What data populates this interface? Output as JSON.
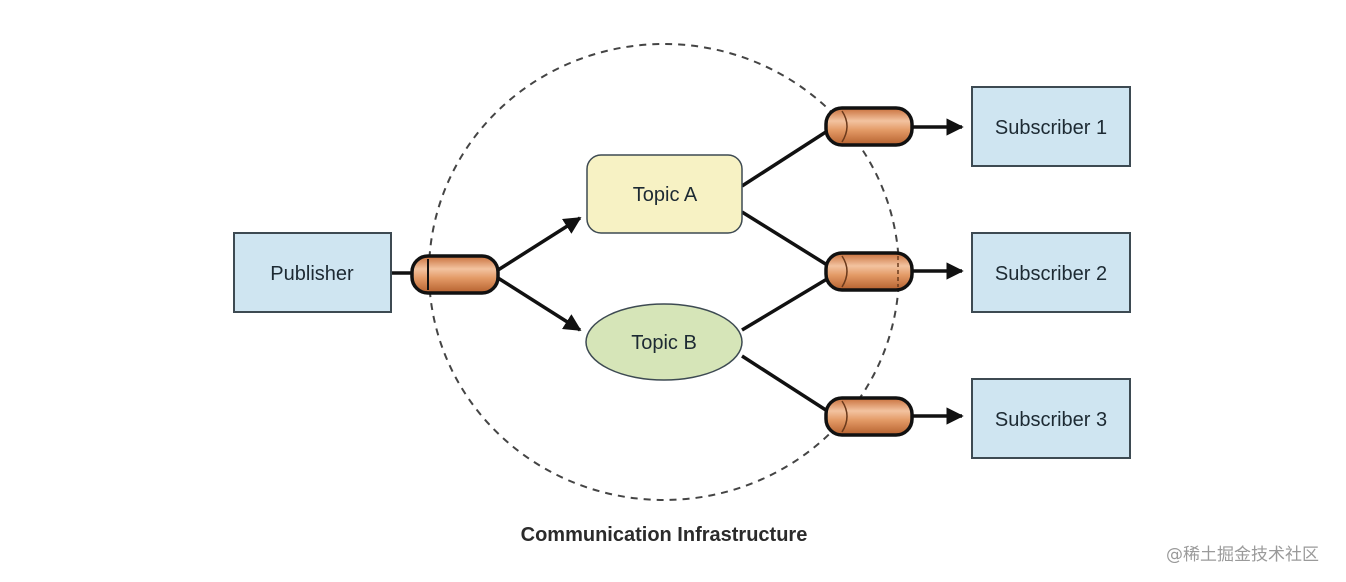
{
  "diagram": {
    "publisher": "Publisher",
    "topics": {
      "a": "Topic A",
      "b": "Topic B"
    },
    "subscribers": [
      "Subscriber 1",
      "Subscriber 2",
      "Subscriber 3"
    ],
    "caption": "Communication Infrastructure"
  },
  "watermark": "@稀土掘金技术社区",
  "colors": {
    "box_fill": "#cfe5f1",
    "box_stroke": "#3d4a52",
    "topic_a_fill": "#f7f2c4",
    "topic_b_fill": "#d6e5b8",
    "pipe_fill": "#d98a56",
    "line": "#111111"
  }
}
